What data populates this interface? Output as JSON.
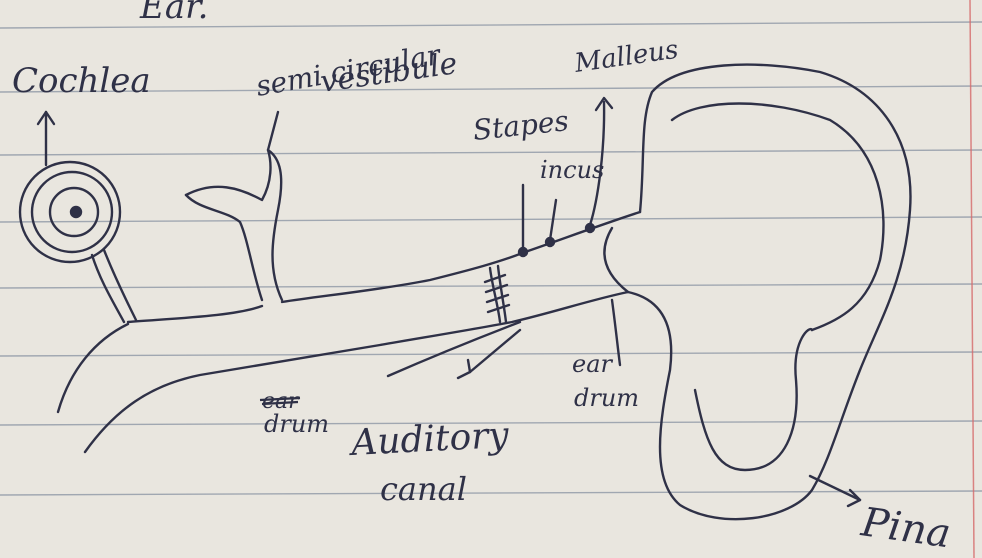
{
  "heading": {
    "partial_text": "Ear."
  },
  "labels": {
    "cochlea": "Cochlea",
    "semi_circular": "semi circular",
    "vestibule": "vestibule",
    "malleus": "Malleus",
    "stapes": "Stapes",
    "incus": "incus",
    "ear_drum_line1": "ear",
    "ear_drum_line2": "drum",
    "drum_crossed_word": "ear",
    "drum": "drum",
    "auditory_canal_line1": "Auditory",
    "auditory_canal_line2": "canal",
    "pina": "Pina"
  },
  "colors": {
    "paper": "#e9e6df",
    "rule_line": "#8f98a6",
    "margin_line": "#d66a6a",
    "ink": "#2f3147"
  }
}
